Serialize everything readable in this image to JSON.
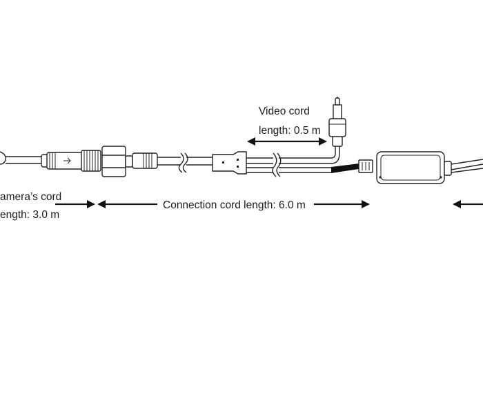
{
  "labels": {
    "video_cord_line1": "Video cord",
    "video_cord_line2": "length: 0.5 m",
    "camera_cord_line1": "amera’s cord",
    "camera_cord_line2": "ength: 3.0 m",
    "connection_cord": "Connection cord length: 6.0 m"
  },
  "colors": {
    "line": "#222222",
    "background": "#ffffff"
  }
}
